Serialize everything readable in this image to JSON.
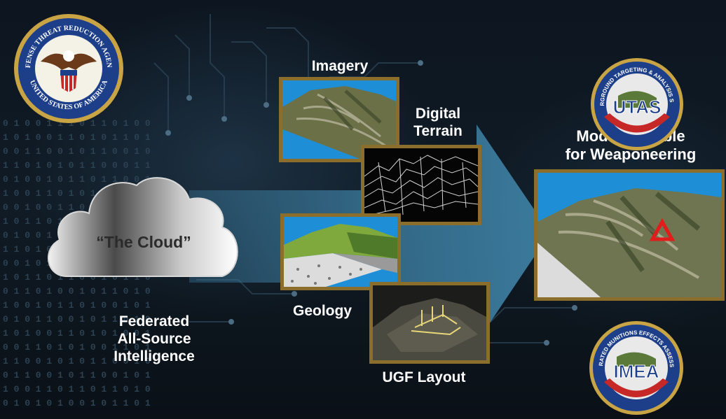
{
  "labels": {
    "imagery": "Imagery",
    "digital_terrain": "Digital\nTerrain",
    "model": "Model Suitable\nfor Weaponeering",
    "geology": "Geology",
    "ugf": "UGF Layout",
    "cloud": "“The Cloud”",
    "federated": "Federated\nAll-Source\nIntelligence"
  },
  "seals": {
    "dtra": {
      "top": "DEFENSE THREAT REDUCTION AGENCY",
      "bottom": "UNITED STATES OF AMERICA"
    },
    "utas": {
      "ring": "UNDERGROUND TARGETING & ANALYSIS SYSTEM",
      "center": "UTAS"
    },
    "imea": {
      "ring": "INTEGRATED MUNITIONS EFFECTS ASSESSMENT",
      "center": "IMEA"
    }
  },
  "colors": {
    "frame": "#8b6d2c",
    "arrow": "#3d7fa3",
    "sky": "#1e8fd6",
    "marker": "#e21b1b"
  }
}
